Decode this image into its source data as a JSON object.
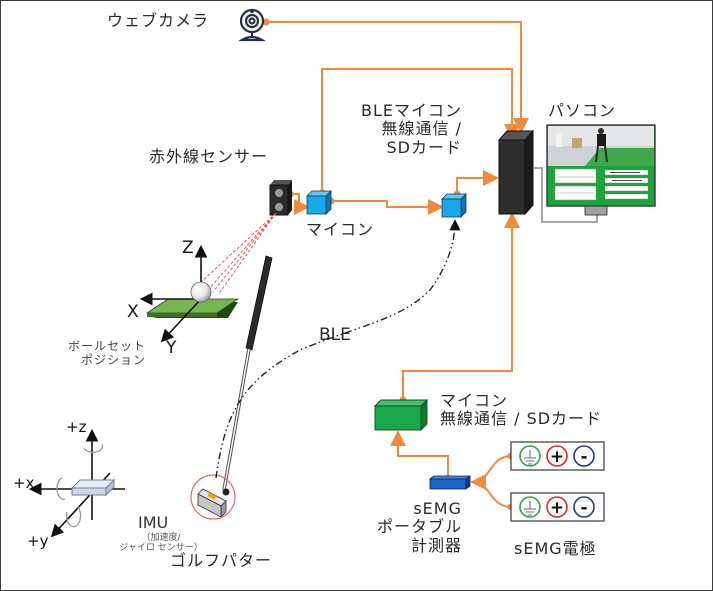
{
  "diagram": {
    "title": "",
    "accent_color": "#f08a3c",
    "labels": {
      "webcam": "ウェブカメラ",
      "ir_sensor": "赤外線センサー",
      "mcu": "マイコン",
      "ble_mcu_line1": "BLEマイコン",
      "ble_mcu_line2": "無線通信 /",
      "ble_mcu_line3": "SDカード",
      "pc": "パソコン",
      "ble": "BLE",
      "ball_set_line1": "ボールセット",
      "ball_set_line2": "ポジション",
      "axis_z": "Z",
      "axis_x": "X",
      "axis_y": "Y",
      "imu_axis_z": "+z",
      "imu_axis_x": "+x",
      "imu_axis_y": "+y",
      "imu": "IMU",
      "imu_sub_line1": "（加速度/",
      "imu_sub_line2": "ジャイロ センサー）",
      "golf_putter": "ゴルフパター",
      "semg_mcu_line1": "マイコン",
      "semg_mcu_line2": "無線通信 / SDカード",
      "semg_device_line1": "sEMG",
      "semg_device_line2": "ポータブル",
      "semg_device_line3": "計測器",
      "semg_electrode": "sEMG電極",
      "electrode_plus": "+",
      "electrode_minus": "-"
    },
    "nodes": [
      {
        "id": "webcam",
        "icon": "webcam-icon"
      },
      {
        "id": "ir_sensor",
        "icon": "ir-sensor-icon"
      },
      {
        "id": "mcu",
        "icon": "cube-blue-icon"
      },
      {
        "id": "ble_mcu",
        "icon": "cube-blue-icon"
      },
      {
        "id": "pc_tower",
        "icon": "pc-tower-icon"
      },
      {
        "id": "monitor",
        "icon": "monitor-icon"
      },
      {
        "id": "ball_set",
        "icon": "putting-mat-icon"
      },
      {
        "id": "putter",
        "icon": "golf-putter-icon"
      },
      {
        "id": "imu_axes",
        "icon": "imu-axes-icon"
      },
      {
        "id": "semg_mcu",
        "icon": "cube-green-icon"
      },
      {
        "id": "semg_device",
        "icon": "semg-device-icon"
      },
      {
        "id": "electrode_1",
        "icon": "electrode-icon"
      },
      {
        "id": "electrode_2",
        "icon": "electrode-icon"
      }
    ],
    "connections": [
      {
        "from": "webcam",
        "to": "pc_tower",
        "style": "wired"
      },
      {
        "from": "ir_sensor",
        "to": "mcu",
        "style": "wired"
      },
      {
        "from": "mcu",
        "to": "pc_tower",
        "style": "wired"
      },
      {
        "from": "mcu",
        "to": "ble_mcu",
        "style": "wired"
      },
      {
        "from": "ble_mcu",
        "to": "pc_tower",
        "style": "wired"
      },
      {
        "from": "putter",
        "to": "ble_mcu",
        "style": "wireless",
        "label": "BLE"
      },
      {
        "from": "semg_mcu",
        "to": "pc_tower",
        "style": "wired"
      },
      {
        "from": "semg_device",
        "to": "semg_mcu",
        "style": "wired"
      },
      {
        "from": "electrode_1",
        "to": "semg_device",
        "style": "wired"
      },
      {
        "from": "electrode_2",
        "to": "semg_device",
        "style": "wired"
      },
      {
        "from": "pc_tower",
        "to": "monitor",
        "style": "cable"
      }
    ]
  }
}
